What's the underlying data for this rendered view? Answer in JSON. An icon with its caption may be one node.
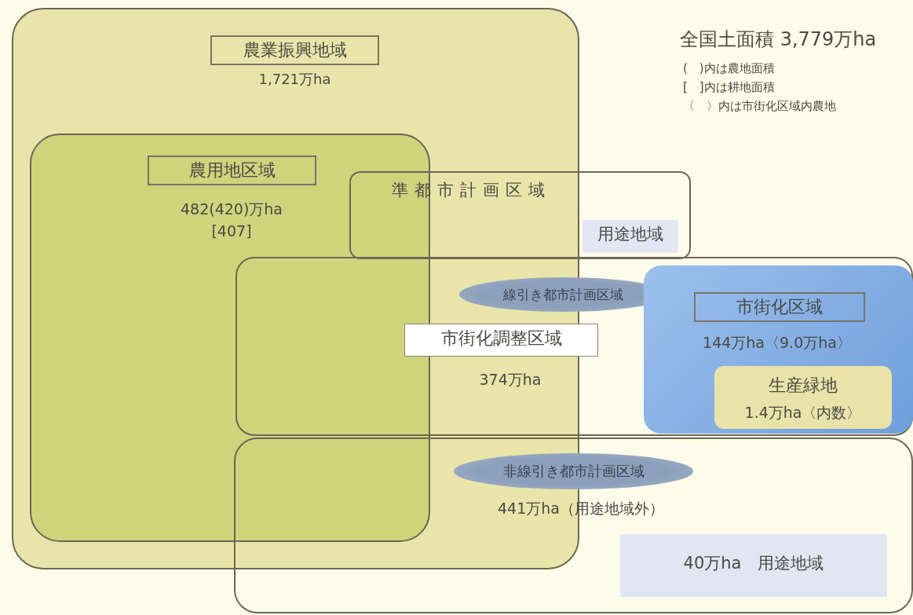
{
  "diagram": {
    "title": "全国土面積 3,779万ha",
    "nodes": [
      {
        "text": [
          "農業振興地域",
          "1,721万ha"
        ]
      },
      {
        "text": [
          "農用地区域",
          "482(420)万ha",
          "[407]"
        ],
        "in": 0
      },
      {
        "text": [
          "準都市計画区域"
        ]
      },
      {
        "text": [
          "用途地域"
        ],
        "in": 2
      },
      {
        "text": [
          "線引き都市計画区域"
        ]
      },
      {
        "text": [
          "市街化調整区域"
        ],
        "beside": [
          "374万ha"
        ],
        "in": 4
      },
      {
        "text": [
          "市街化区域",
          "144万ha〈9.0万ha〉"
        ],
        "in": 4
      },
      {
        "text": [
          "生産緑地",
          "1.4万ha〈内数〉"
        ],
        "in": 6
      },
      {
        "text": [
          "非線引き都市計画区域",
          "441万ha（用途地域外）"
        ]
      },
      {
        "text": [
          "40万ha　用途地域"
        ],
        "in": 8
      }
    ],
    "edges": [],
    "labels": [
      "(　)内は農地面積",
      "[　]内は耕地面積",
      "〈　〉内は市街化区域内農地"
    ]
  }
}
